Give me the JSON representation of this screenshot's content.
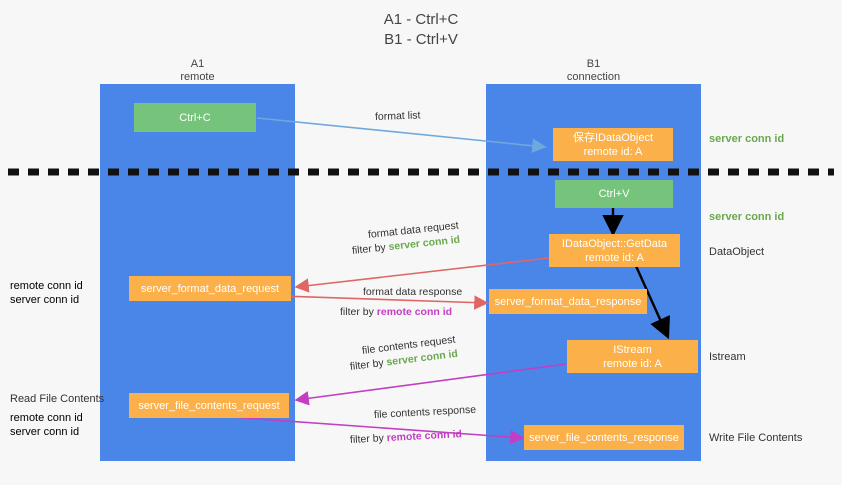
{
  "title": {
    "line1": "A1 - Ctrl+C",
    "line2": "B1 - Ctrl+V"
  },
  "columns": [
    {
      "name": "A1",
      "sub": "remote"
    },
    {
      "name": "B1",
      "sub": "connection"
    }
  ],
  "boxes": {
    "ctrl_c": "Ctrl+C",
    "save_idataobject_line1": "保存IDataObject",
    "save_idataobject_line2": "remote id: A",
    "ctrl_v": "Ctrl+V",
    "getdata_line1": "IDataObject::GetData",
    "getdata_line2": "remote id: A",
    "server_format_data_request": "server_format_data_request",
    "server_format_data_response": "server_format_data_response",
    "istream_line1": "IStream",
    "istream_line2": "remote id: A",
    "server_file_contents_request": "server_file_contents_request",
    "server_file_contents_response": "server_file_contents_response"
  },
  "edge_labels": {
    "format_list": "format list",
    "format_data_request": "format data request",
    "format_data_request_filter_prefix": "filter by ",
    "format_data_request_filter_value": "server conn id",
    "format_data_response": "format data response",
    "format_data_response_filter_prefix": "filter by ",
    "format_data_response_filter_value": "remote conn id",
    "file_contents_request": "file contents request",
    "file_contents_request_filter_prefix": "filter by ",
    "file_contents_request_filter_value": "server conn id",
    "file_contents_response": "file contents response",
    "file_contents_response_filter_prefix": "filter by ",
    "file_contents_response_filter_value": "remote conn id"
  },
  "right_annotations": {
    "server_conn_id_top": "server conn id",
    "server_conn_id_second": "server conn id",
    "dataobject": "DataObject",
    "istream": "Istream",
    "write_file_contents": "Write File Contents"
  },
  "left_annotations": {
    "remote_conn_id_1": "remote conn id",
    "server_conn_id_1": "server conn id",
    "read_file_contents": "Read File Contents",
    "remote_conn_id_2": "remote conn id",
    "server_conn_id_2": "server conn id"
  },
  "colors": {
    "lane": "#4a86e8",
    "green_box": "#76c47c",
    "orange_box": "#fbb04a",
    "green_text": "#6aa84f",
    "magenta_text": "#c23ec2",
    "blue_arrow": "#6fa8dc",
    "red_arrow": "#e06666",
    "dark_arrow": "#000000",
    "background": "#f7f7f7"
  }
}
